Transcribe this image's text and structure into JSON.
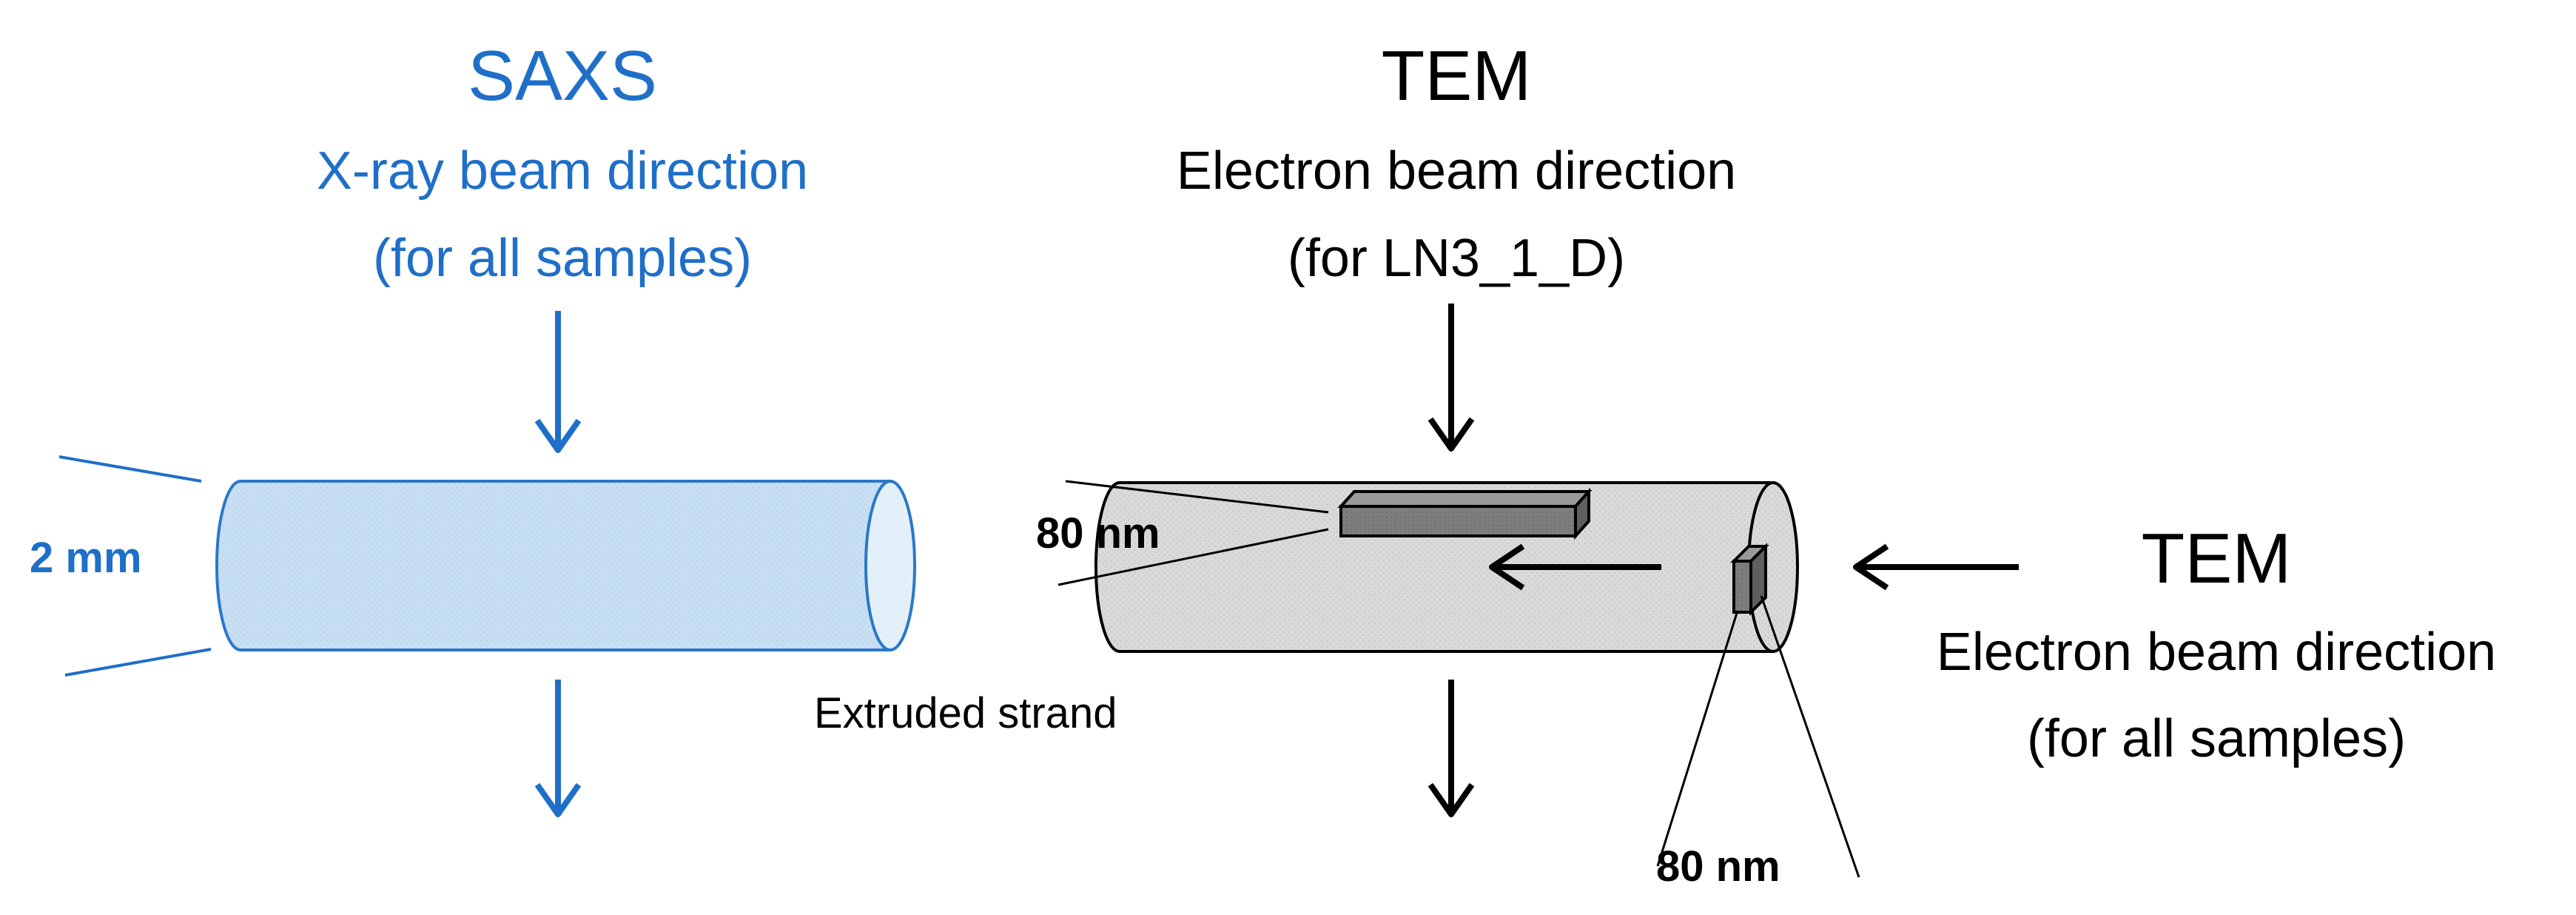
{
  "saxs": {
    "title": "SAXS",
    "beam_label": "X-ray beam direction",
    "scope": "(for all samples)",
    "diameter_label": "2 mm"
  },
  "tem_top": {
    "title": "TEM",
    "beam_label": "Electron beam direction",
    "scope": "(for LN3_1_D)",
    "thickness_label": "80 nm"
  },
  "tem_side": {
    "title": "TEM",
    "beam_label": "Electron beam direction",
    "scope": "(for all samples)",
    "thickness_label": "80 nm"
  },
  "strand_label": "Extruded strand",
  "colors": {
    "saxs_text": "#1f6fc8",
    "saxs_cylinder": "#c7def2",
    "tem_cylinder": "#d6d6d6",
    "section_fill": "#7a7a7a",
    "lines": "#000000"
  },
  "icons": [
    "arrow-down-icon",
    "arrow-left-icon"
  ]
}
